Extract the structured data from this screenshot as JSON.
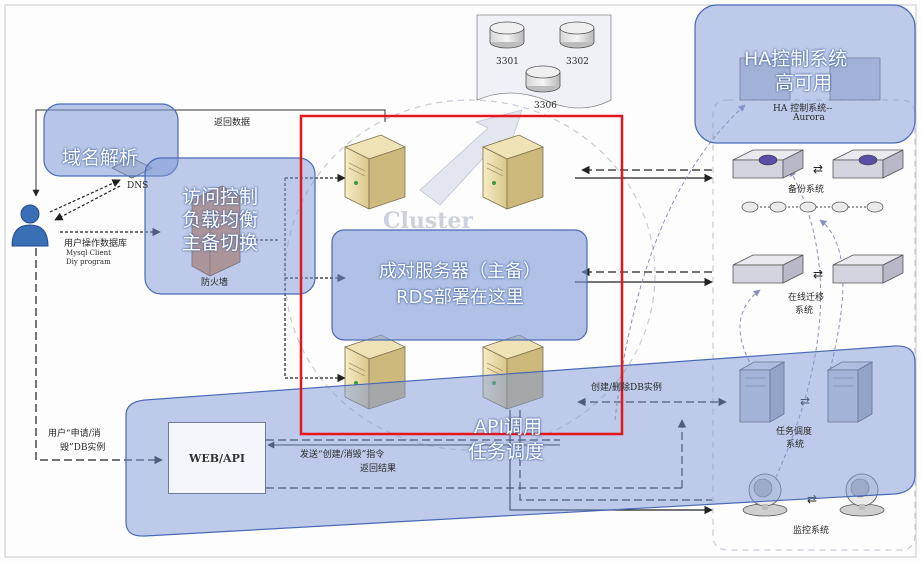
{
  "colors": {
    "overlay": "#7d98d6",
    "overlay_border": "#4b6bb5",
    "highlight": "#e5161c",
    "server": "#e8d9a9"
  },
  "icons": {
    "user": "user-icon",
    "server": "server-icon",
    "database": "database-cylinder-icon",
    "monitor": "monitor-icon",
    "firewall": "firewall-brick-icon"
  },
  "annotations": {
    "dns": "域名解析",
    "access_line1": "访问控制",
    "access_line2": "负载均衡",
    "access_line3": "主备切换",
    "rds_line1": "成对服务器（主备）",
    "rds_line2": "RDS部署在这里",
    "api_line1": "API调用",
    "api_line2": "任务调度",
    "ha_line1": "HA控制系统",
    "ha_line2": "高可用"
  },
  "labels": {
    "return_data": "返回数据",
    "dns_small": "DNS",
    "user_db": "用户操作数据库",
    "mysql_client": "Mysql Client",
    "diy_program": "Diy program",
    "firewall": "防火墙",
    "cluster_watermark": "Cluster",
    "db_3301": "3301",
    "db_3302": "3302",
    "db_3306": "3306",
    "ha_small": "HA 控制系统--",
    "aurora": "Aurora",
    "backup": "备份系统",
    "migrate_line1": "在线迁移",
    "migrate_line2": "系统",
    "create_delete": "创建/删除DB实例",
    "scheduler_line1": "任务调度",
    "scheduler_line2": "系统",
    "monitor": "监控系统",
    "user_request_line1": "用户“申请/消",
    "user_request_line2": "毁”DB实例",
    "webapi": "WEB/API",
    "send_cmd": "发送“创建/消毁”指令",
    "return_result": "返回结果"
  }
}
